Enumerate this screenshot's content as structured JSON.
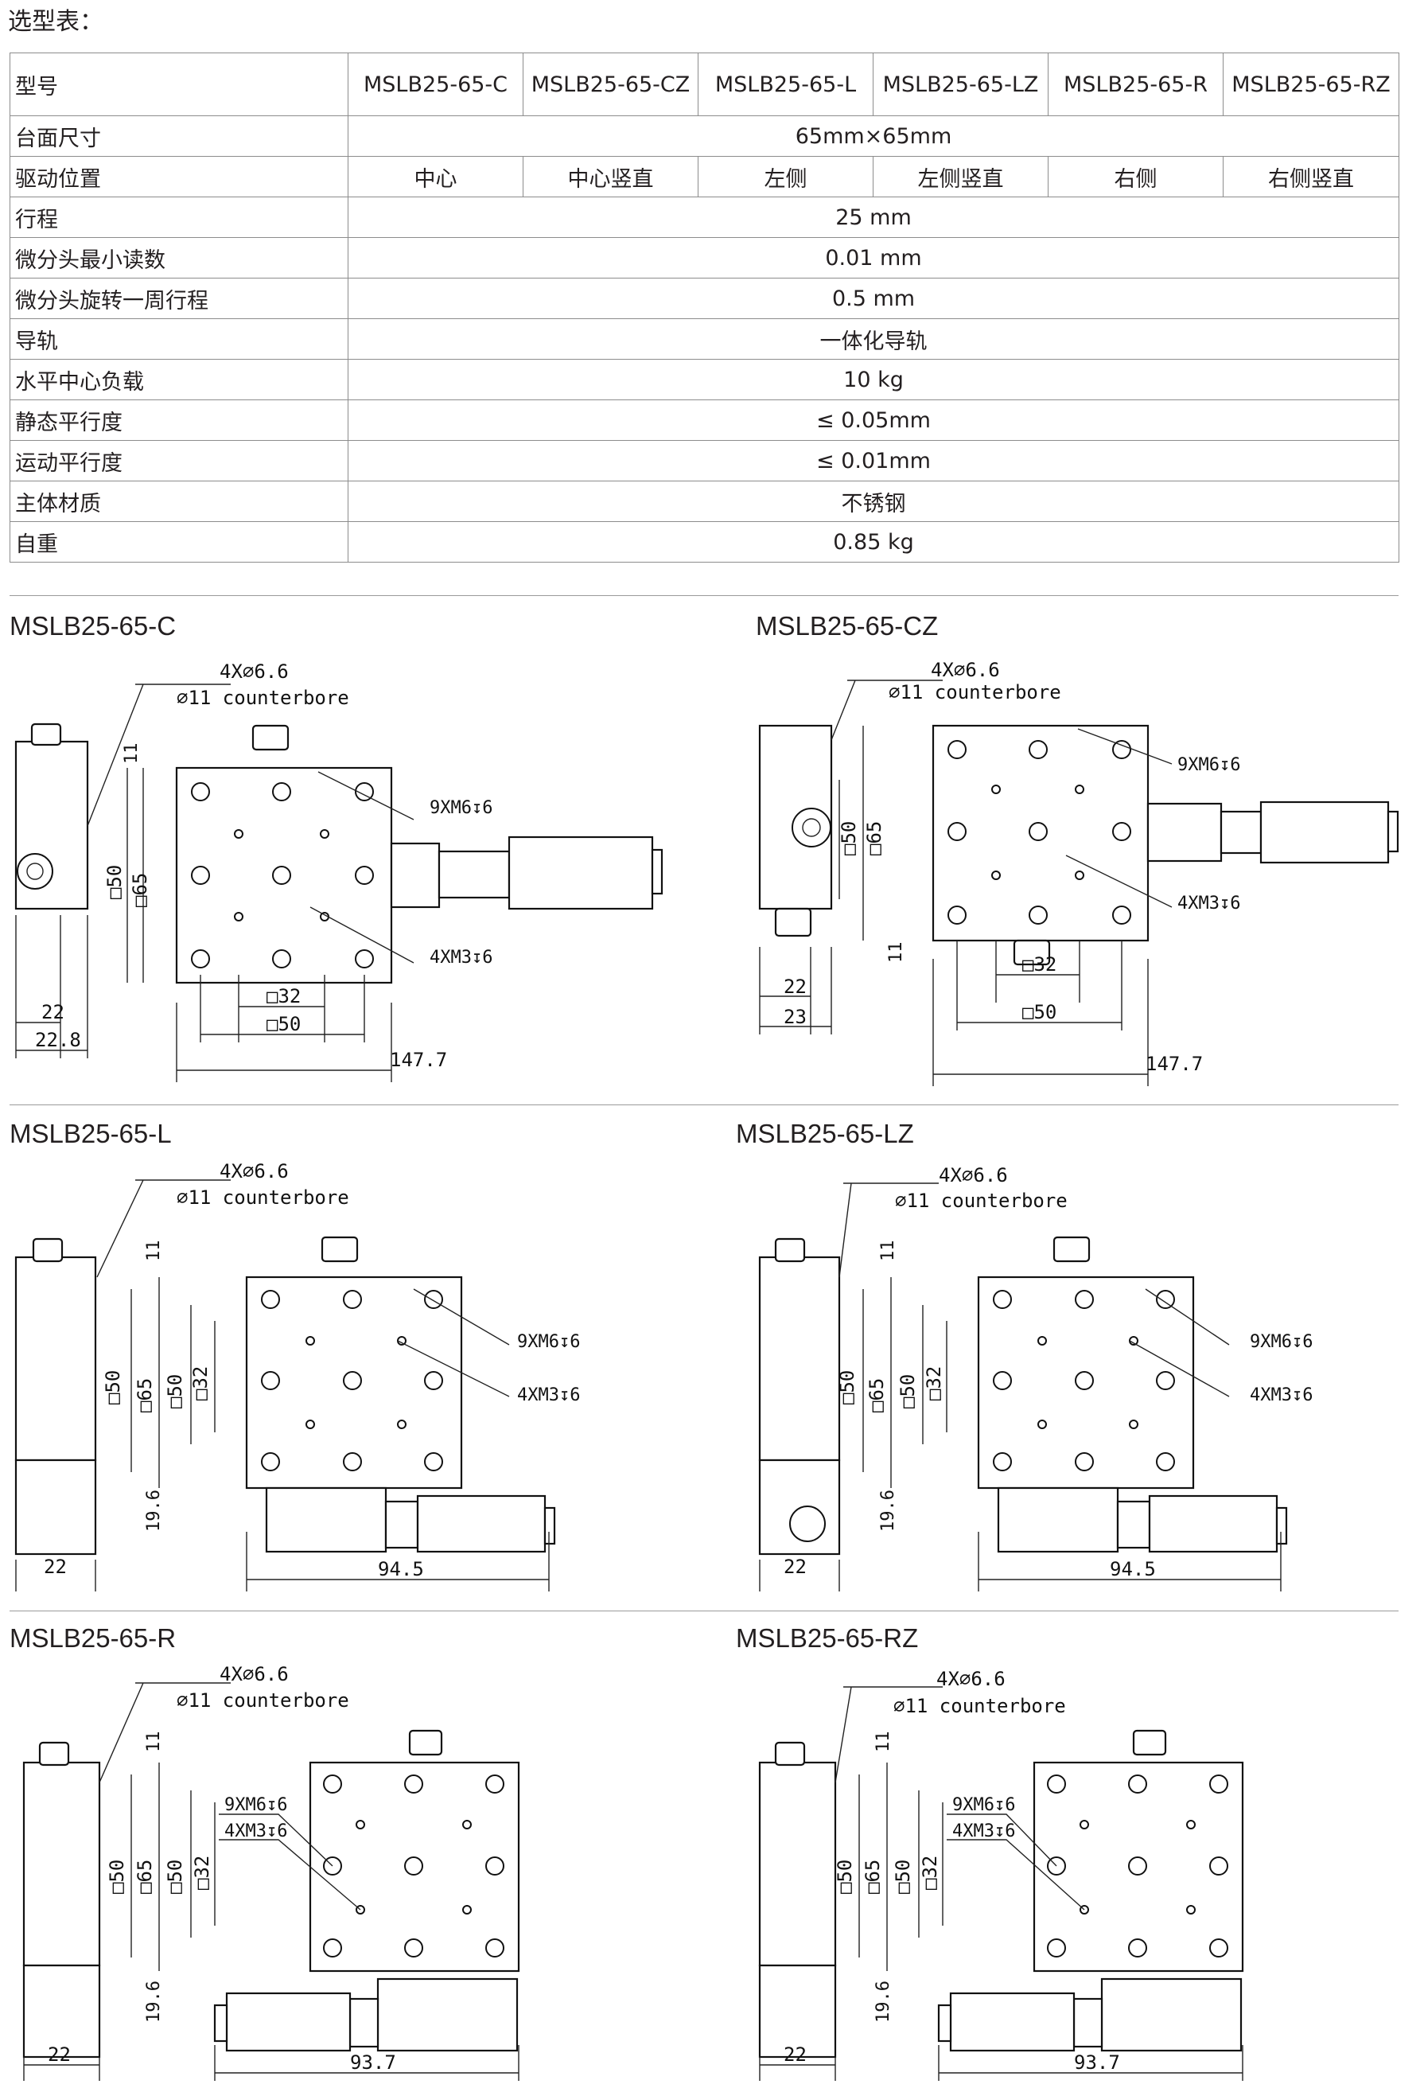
{
  "title": "选型表：",
  "table": {
    "header_label": "型号",
    "models": [
      "MSLB25-65-C",
      "MSLB25-65-CZ",
      "MSLB25-65-L",
      "MSLB25-65-LZ",
      "MSLB25-65-R",
      "MSLB25-65-RZ"
    ],
    "rows": [
      {
        "label": "台面尺寸",
        "value": "65mm×65mm"
      },
      {
        "label": "驱动位置",
        "values": [
          "中心",
          "中心竖直",
          "左侧",
          "左侧竖直",
          "右侧",
          "右侧竖直"
        ]
      },
      {
        "label": "行程",
        "value": "25 mm"
      },
      {
        "label": "微分头最小读数",
        "value": "0.01 mm"
      },
      {
        "label": "微分头旋转一周行程",
        "value": "0.5 mm"
      },
      {
        "label": "导轨",
        "value": "一体化导轨"
      },
      {
        "label": "水平中心负载",
        "value": "10 kg"
      },
      {
        "label": "静态平行度",
        "value": "≤ 0.05mm"
      },
      {
        "label": "运动平行度",
        "value": "≤ 0.01mm"
      },
      {
        "label": "主体材质",
        "value": "不锈钢"
      },
      {
        "label": "自重",
        "value": "0.85 kg"
      }
    ]
  },
  "drawings": [
    {
      "title": "MSLB25-65-C",
      "holes": "4X⌀6.6",
      "counterbore": "⌀11 counterbore",
      "m6": "9XM6↧6",
      "m3": "4XM3↧6",
      "d11": "11",
      "d50": "□50",
      "d65": "□65",
      "d32": "□32",
      "db50": "□50",
      "w1": "22",
      "w2": "22.8",
      "total": "147.7"
    },
    {
      "title": "MSLB25-65-CZ",
      "holes": "4X⌀6.6",
      "counterbore": "⌀11 counterbore",
      "m6": "9XM6↧6",
      "m3": "4XM3↧6",
      "d11": "11",
      "d50": "□50",
      "d65": "□65",
      "d32": "□32",
      "db50": "□50",
      "w1": "22",
      "w2": "23",
      "total": "147.7"
    },
    {
      "title": "MSLB25-65-L",
      "holes": "4X⌀6.6",
      "counterbore": "⌀11 counterbore",
      "m6": "9XM6↧6",
      "m3": "4XM3↧6",
      "d11": "11",
      "d50": "□50",
      "d65": "□65",
      "d50b": "□50",
      "d32": "□32",
      "d196": "19.6",
      "w1": "22",
      "total": "94.5"
    },
    {
      "title": "MSLB25-65-LZ",
      "holes": "4X⌀6.6",
      "counterbore": "⌀11 counterbore",
      "m6": "9XM6↧6",
      "m3": "4XM3↧6",
      "d11": "11",
      "d50": "□50",
      "d65": "□65",
      "d50b": "□50",
      "d32": "□32",
      "d196": "19.6",
      "w1": "22",
      "total": "94.5"
    },
    {
      "title": "MSLB25-65-R",
      "holes": "4X⌀6.6",
      "counterbore": "⌀11 counterbore",
      "m6": "9XM6↧6",
      "m3": "4XM3↧6",
      "d11": "11",
      "d50": "□50",
      "d65": "□65",
      "d50b": "□50",
      "d32": "□32",
      "d196": "19.6",
      "w1": "22",
      "total": "93.7"
    },
    {
      "title": "MSLB25-65-RZ",
      "holes": "4X⌀6.6",
      "counterbore": "⌀11 counterbore",
      "m6": "9XM6↧6",
      "m3": "4XM3↧6",
      "d11": "11",
      "d50": "□50",
      "d65": "□65",
      "d50b": "□50",
      "d32": "□32",
      "d196": "19.6",
      "w1": "22",
      "total": "93.7"
    }
  ]
}
